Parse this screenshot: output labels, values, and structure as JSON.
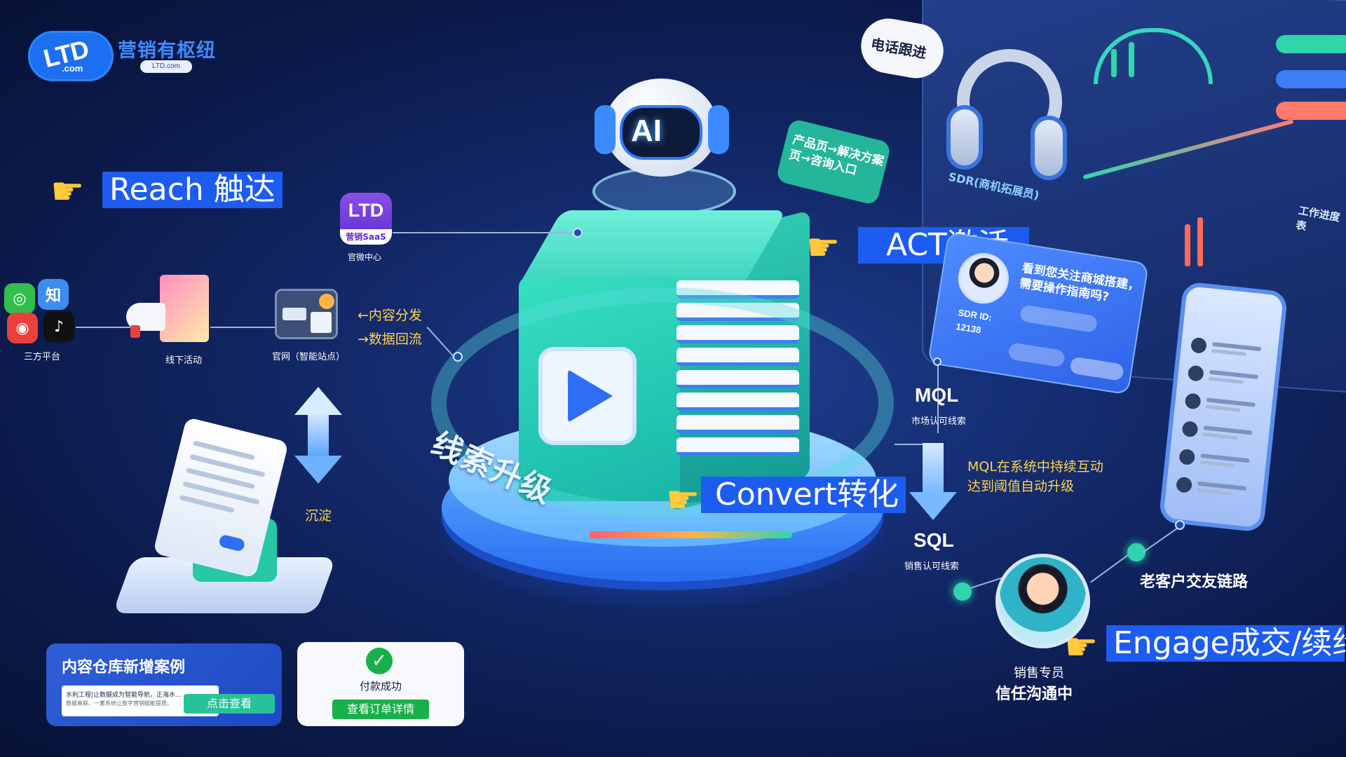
{
  "brand": {
    "logo_text": "LTD",
    "logo_sub": ".com",
    "title": "营销有枢纽",
    "domain": "LTD.com"
  },
  "stages": {
    "reach": "Reach 触达",
    "act": "ACT激活",
    "convert": "Convert转化",
    "engage": "Engage成交/续约"
  },
  "channels": [
    {
      "label": "三方平台"
    },
    {
      "label": "线下活动"
    },
    {
      "label": "官网（智能站点）"
    }
  ],
  "social_icons": [
    "wechat-icon",
    "zhihu-icon",
    "weibo-icon",
    "douyin-icon"
  ],
  "zhihu_glyph": "知",
  "ltd_app": {
    "title": "LTD",
    "badge": "营销SaaS",
    "label": "官微中心"
  },
  "flow": {
    "line1": "←内容分发",
    "line2": "→数据回流"
  },
  "deposit_label": "沉淀",
  "ring_text": "线索升级",
  "robot_text": "AI",
  "bubbles": {
    "phone_followup": "电话跟进",
    "product_path": "产品页→解决方案页→咨询入口"
  },
  "sdr": {
    "label": "SDR(商机拓展员)",
    "chat_text": "看到您关注商城搭建，需要操作指南吗?",
    "id_label": "SDR ID:",
    "id_value": "12138"
  },
  "dashboard": {
    "progress_label": "工作进度表"
  },
  "leads": {
    "mql": "MQL",
    "mql_desc": "市场认可线索",
    "sql": "SQL",
    "sql_desc": "销售认可线索",
    "upgrade_line1": "MQL在系统中持续互动",
    "upgrade_line2": "达到阈值自动升级"
  },
  "referral": "老客户交友链路",
  "sales": {
    "role": "销售专员",
    "status": "信任沟通中"
  },
  "content_card": {
    "title": "内容仓库新增案例",
    "thumb_title": "水利工程|让数据成为智能导航，正海水...",
    "thumb_desc": "数据串联、一套系统让数字营销赋能提质。",
    "button": "点击查看"
  },
  "payment_card": {
    "status": "付款成功",
    "button": "查看订单详情"
  },
  "colors": {
    "background": "#13296a",
    "label_blue": "#1d5cf0",
    "highlight_yellow": "#ffd24a",
    "teal": "#27c29a",
    "success_green": "#18b04a"
  }
}
